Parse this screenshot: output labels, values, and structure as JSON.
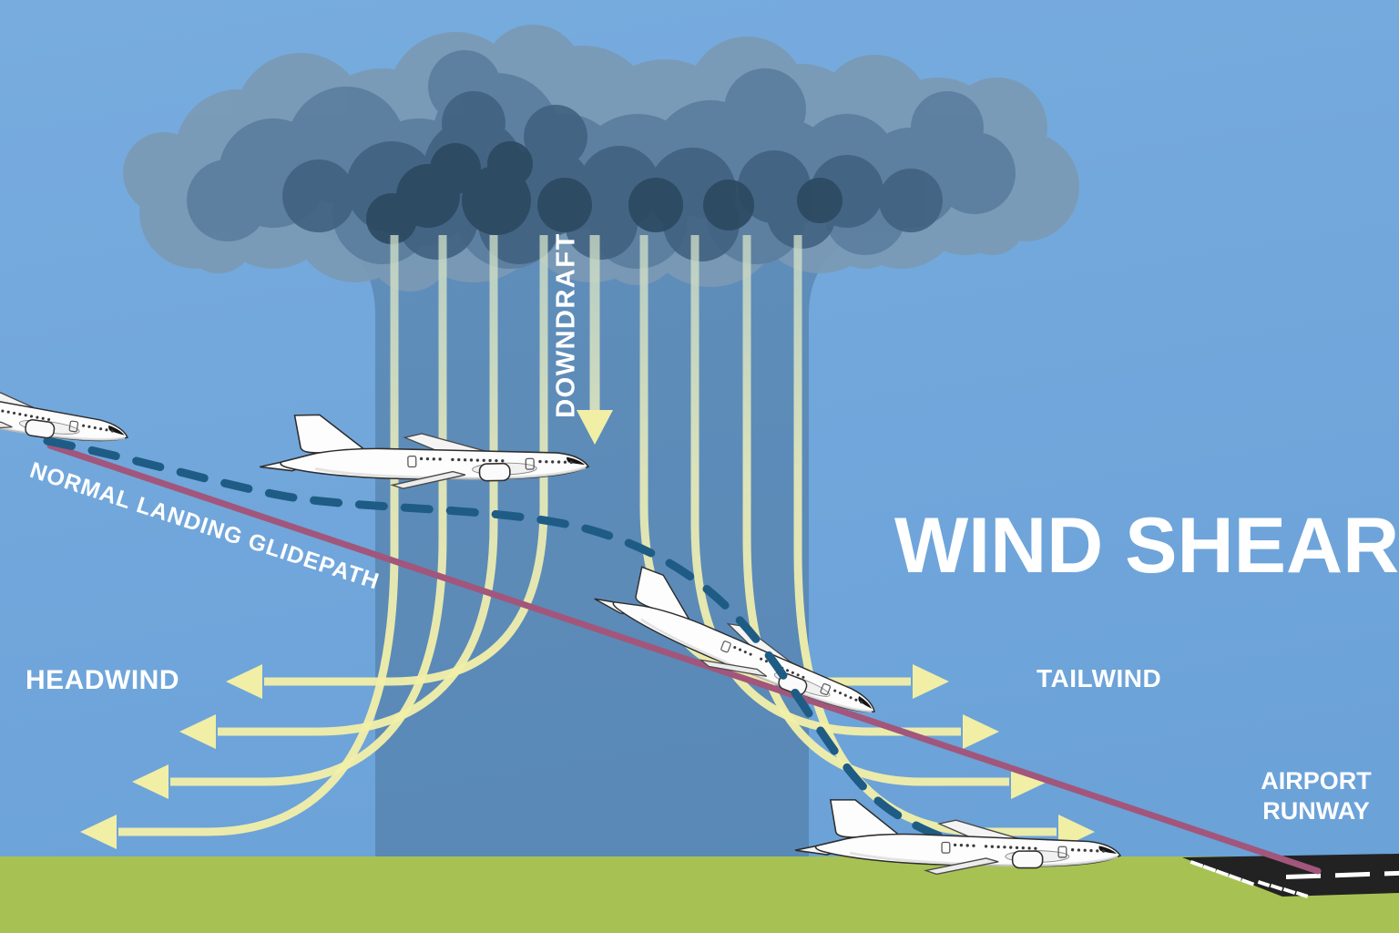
{
  "labels": {
    "title": "WIND SHEAR",
    "downdraft": "DOWNDRAFT",
    "glidepath": "NORMAL LANDING GLIDEPATH",
    "headwind": "HEADWIND",
    "tailwind": "TAILWIND",
    "airport_line1": "AIRPORT",
    "airport_line2": "RUNWAY"
  },
  "scene": {
    "airplane_count": 4,
    "headwind_arrow_count": 4,
    "tailwind_arrow_count": 4,
    "downdraft_arrow_count": 1,
    "streamline_count": 8
  },
  "colors": {
    "sky_top": "#78acdf",
    "sky_bottom": "#6ba2d8",
    "downdraft_column": "#2c4961",
    "cloud_light": "#7b9ab5",
    "cloud_mid": "#5b7e9e",
    "cloud_dark": "#426281",
    "cloud_core": "#2c4961",
    "streamline_start": "#cfdfc9",
    "streamline_end": "#f2efa9",
    "arrow": "#f1eea6",
    "glidepath_line": "#a2567b",
    "flight_path": "#1e5c85",
    "ground": "#a7c253",
    "runway": "#222222",
    "runway_marking": "#ffffff",
    "label_text": "#ffffff"
  }
}
